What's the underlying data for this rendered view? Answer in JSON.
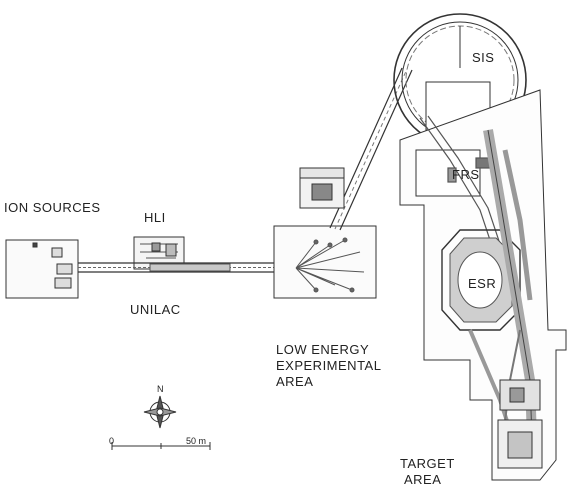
{
  "labels": {
    "ion_sources": "ION SOURCES",
    "hli": "HLI",
    "unilac": "UNILAC",
    "sis": "SIS",
    "frs": "FRS",
    "esr": "ESR",
    "low_energy_line1": "LOW ENERGY",
    "low_energy_line2": "EXPERIMENTAL",
    "low_energy_line3": "AREA",
    "target_line1": "TARGET",
    "target_line2": "AREA"
  },
  "compass": {
    "north": "N"
  },
  "scale_bar": {
    "start": "0",
    "end": "50 m"
  },
  "colors": {
    "line": "#333333",
    "fill_grey": "#b8b8b8",
    "background": "#ffffff"
  }
}
